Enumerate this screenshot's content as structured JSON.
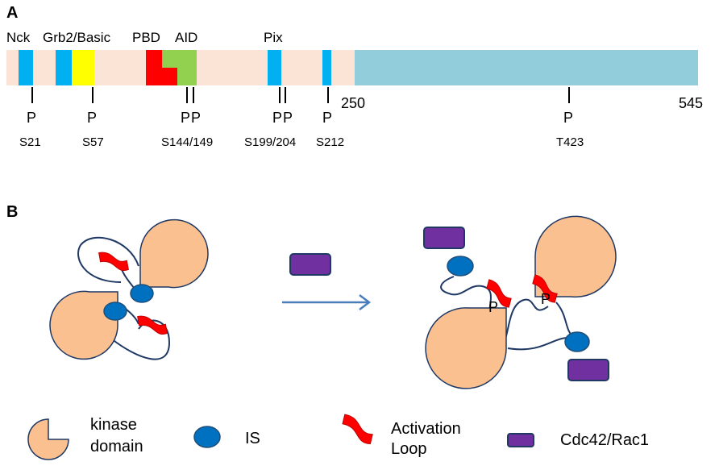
{
  "panels": {
    "a": "A",
    "b": "B"
  },
  "domain_labels": [
    "Nck",
    "Grb2/Basic",
    "PBD",
    "AID",
    "Pix"
  ],
  "domain_colors": {
    "backbone": "#FBE4D6",
    "kinase": "#92CDDC",
    "nck": "#00B0F0",
    "grb2": "#00B0F0",
    "basic": "#FFFF00",
    "pbd": "#FF0000",
    "aid": "#92D050",
    "pix": "#00B0F0",
    "s212": "#00B0F0"
  },
  "residue_markers": {
    "start_kinase": "250",
    "end": "545"
  },
  "phospho_symbol": "P",
  "phospho_sites": [
    "S21",
    "S57",
    "S144/149",
    "S199/204",
    "S212",
    "T423"
  ],
  "legend": {
    "kinase_line1": "kinase",
    "kinase_line2": "domain",
    "is": "IS",
    "loop_line1": "Activation",
    "loop_line2": "Loop",
    "cdc42": "Cdc42/Rac1"
  },
  "colors": {
    "kinase_domain": "#FAC090",
    "is": "#0070C0",
    "is_stroke": "#1F4E79",
    "loop": "#FF0000",
    "cdc42": "#7030A0",
    "cdc42_stroke": "#1F3864",
    "arrow": "#4A7EBB",
    "linker": "#1F3864"
  }
}
